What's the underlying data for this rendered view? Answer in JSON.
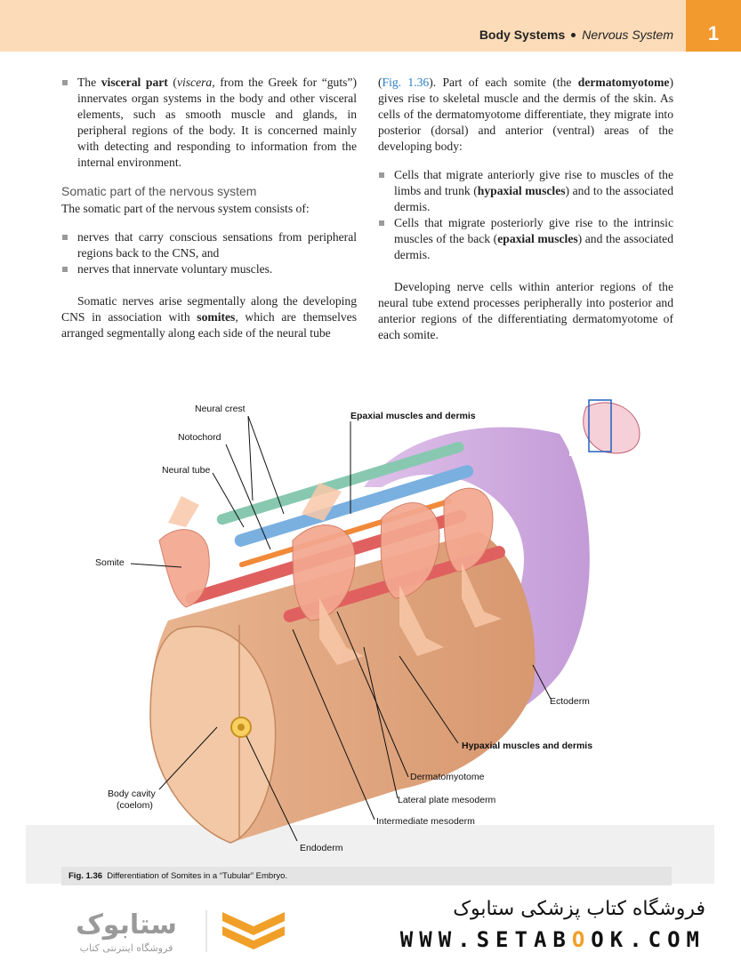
{
  "header": {
    "section": "Body Systems",
    "subsection": "Nervous System",
    "chapter": "1"
  },
  "left_column": {
    "bullet1_parts": [
      "The ",
      "visceral part",
      " (",
      "viscera,",
      " from the Greek for “guts”) innervates organ systems in the body and other visceral elements, such as smooth muscle and glands, in peripheral regions of the body. It is concerned mainly with detecting and responding to information from the internal environment."
    ],
    "heading": "Somatic part of the nervous system",
    "intro": "The somatic part of the nervous system consists of:",
    "bullets": [
      "nerves that carry conscious sensations from peripheral regions back to the CNS, and",
      "nerves that innervate voluntary muscles."
    ],
    "para_parts": [
      "Somatic nerves arise segmentally along the developing CNS in association with ",
      "somites",
      ", which are themselves arranged segmentally along each side of the neural tube"
    ]
  },
  "right_column": {
    "para1_parts": [
      "(",
      "Fig. 1.36",
      "). Part of each somite (the ",
      "dermatomyotome",
      ") gives rise to skeletal muscle and the dermis of the skin. As cells of the dermatomyotome differentiate, they migrate into posterior (dorsal) and anterior (ventral) areas of the developing body:"
    ],
    "bullet1_parts": [
      "Cells that migrate anteriorly give rise to muscles of the limbs and trunk (",
      "hypaxial muscles",
      ") and to the associated dermis."
    ],
    "bullet2_parts": [
      "Cells that migrate posteriorly give rise to the intrinsic muscles of the back (",
      "epaxial muscles",
      ") and the associated dermis."
    ],
    "para2": "Developing nerve cells within anterior regions of the neural tube extend processes peripherally into posterior and anterior regions of the differentiating dermatomyotome of each somite."
  },
  "figure": {
    "labels": {
      "neural_crest": "Neural crest",
      "notochord": "Notochord",
      "neural_tube": "Neural tube",
      "somite": "Somite",
      "epaxial": "Epaxial muscles and dermis",
      "ectoderm": "Ectoderm",
      "hypaxial": "Hypaxial muscles and dermis",
      "dermatomyotome": "Dermatomyotome",
      "lateral_plate": "Lateral plate mesoderm",
      "intermediate": "Intermediate mesoderm",
      "body_cavity": "Body cavity",
      "coelom": "(coelom)",
      "endoderm": "Endoderm"
    },
    "caption_number": "Fig. 1.36",
    "caption_text": "Differentiation of Somites in a “Tubular” Embryo."
  },
  "footer": {
    "store_name_fa": "فروشگاه کتاب پزشکی ستابوک",
    "url_parts": [
      "WWW.SETAB",
      "O",
      "OK.COM"
    ],
    "logo_text_fa": "ستابوک",
    "logo_subtitle_fa": "فروشگاه اینترنتی کتاب"
  },
  "colors": {
    "header_bg": "#fcdcb8",
    "chapter_tab": "#f39a2f",
    "link": "#2a7ec0",
    "logo_gold": "#f0a028"
  }
}
